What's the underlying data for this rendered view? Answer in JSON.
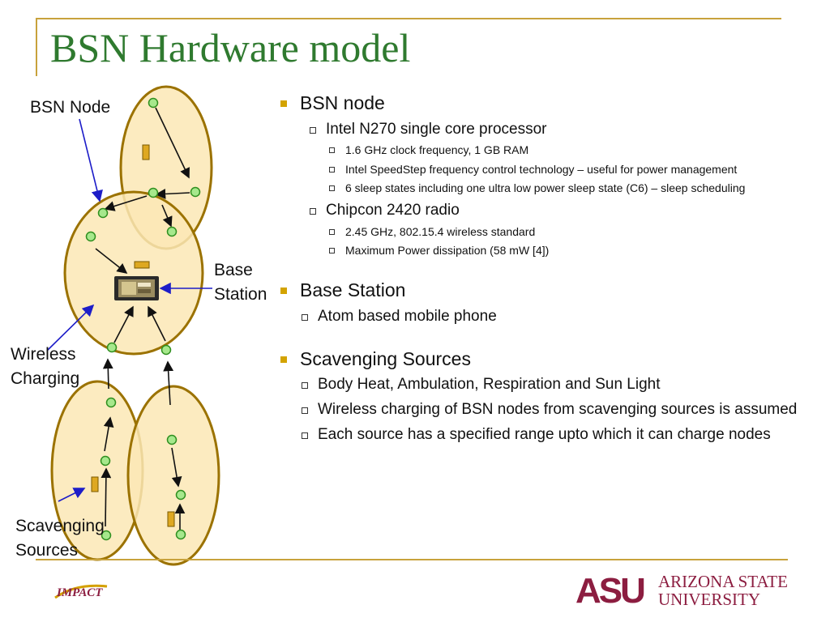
{
  "slide": {
    "title": "BSN Hardware model"
  },
  "diagram": {
    "labels": {
      "bsn_node": "BSN Node",
      "base_station_line1": "Base",
      "base_station_line2": "Station",
      "wireless_line1": "Wireless",
      "wireless_line2": "Charging",
      "scavenging_line1": "Scavenging",
      "scavenging_line2": "Sources"
    },
    "colors": {
      "cluster_fill": "#fbe7b5",
      "cluster_stroke": "#9b7200",
      "node_fill": "#a6e88c",
      "node_stroke": "#2f8f1f",
      "source_fill": "#dea821",
      "pointer_arrow": "#1d1dc8"
    }
  },
  "bullets": [
    {
      "text": "BSN node",
      "children": [
        {
          "text": "Intel N270 single core processor",
          "children": [
            {
              "text": "1.6 GHz clock frequency, 1 GB RAM"
            },
            {
              "text": "Intel SpeedStep frequency control technology – useful for power management"
            },
            {
              "text": "6 sleep states including one ultra low power sleep state (C6) – sleep scheduling"
            }
          ]
        },
        {
          "text": "Chipcon 2420 radio",
          "children": [
            {
              "text": "2.45 GHz, 802.15.4 wireless standard"
            },
            {
              "text": "Maximum Power dissipation (58 mW [4])"
            }
          ]
        }
      ]
    },
    {
      "text": "Base Station",
      "children": [
        {
          "text": "Atom based mobile phone"
        }
      ]
    },
    {
      "text": "Scavenging Sources",
      "children": [
        {
          "text": "Body Heat, Ambulation, Respiration and Sun Light"
        },
        {
          "text": "Wireless charging of BSN nodes from scavenging sources is assumed"
        },
        {
          "text": "Each source has a specified range upto which it can charge nodes"
        }
      ]
    }
  ],
  "footer": {
    "impact_logo_text": "IMPACT",
    "asu_mark": "ASU",
    "asu_name_line1": "ARIZONA STATE",
    "asu_name_line2": "UNIVERSITY",
    "asu_color": "#8c1d40"
  }
}
